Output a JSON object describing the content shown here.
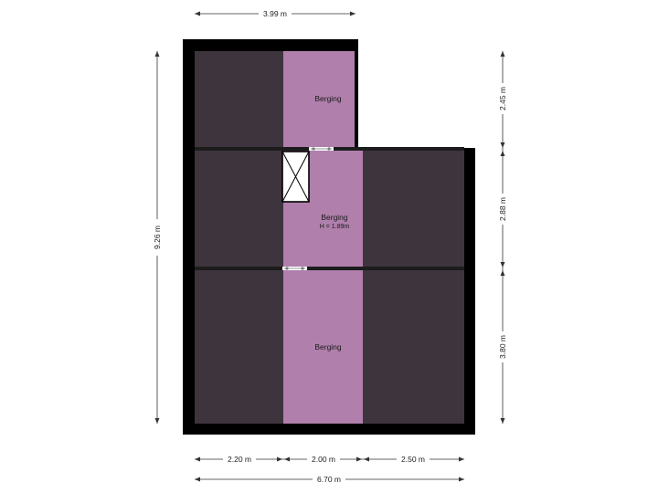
{
  "colors": {
    "wall": "#000000",
    "dark_room": "#3e343e",
    "storage_room": "#b07fab",
    "partition": "#1c1c1c",
    "dimension_line": "#333333"
  },
  "rooms": [
    {
      "id": "top",
      "label": "Berging",
      "sublabel": ""
    },
    {
      "id": "middle",
      "label": "Berging",
      "sublabel": "H = 1.89m"
    },
    {
      "id": "bottom",
      "label": "Berging",
      "sublabel": ""
    }
  ],
  "icons": {
    "stair_opening": "stair-opening-icon",
    "door": "door-icon"
  },
  "dimensions": {
    "top_width": "3.99 m",
    "total_height": "9.26 m",
    "right_segments": [
      "2.45 m",
      "2.88 m",
      "3.80 m"
    ],
    "bottom_segments": [
      "2.20 m",
      "2.00 m",
      "2.50 m"
    ],
    "total_width": "6.70 m"
  }
}
